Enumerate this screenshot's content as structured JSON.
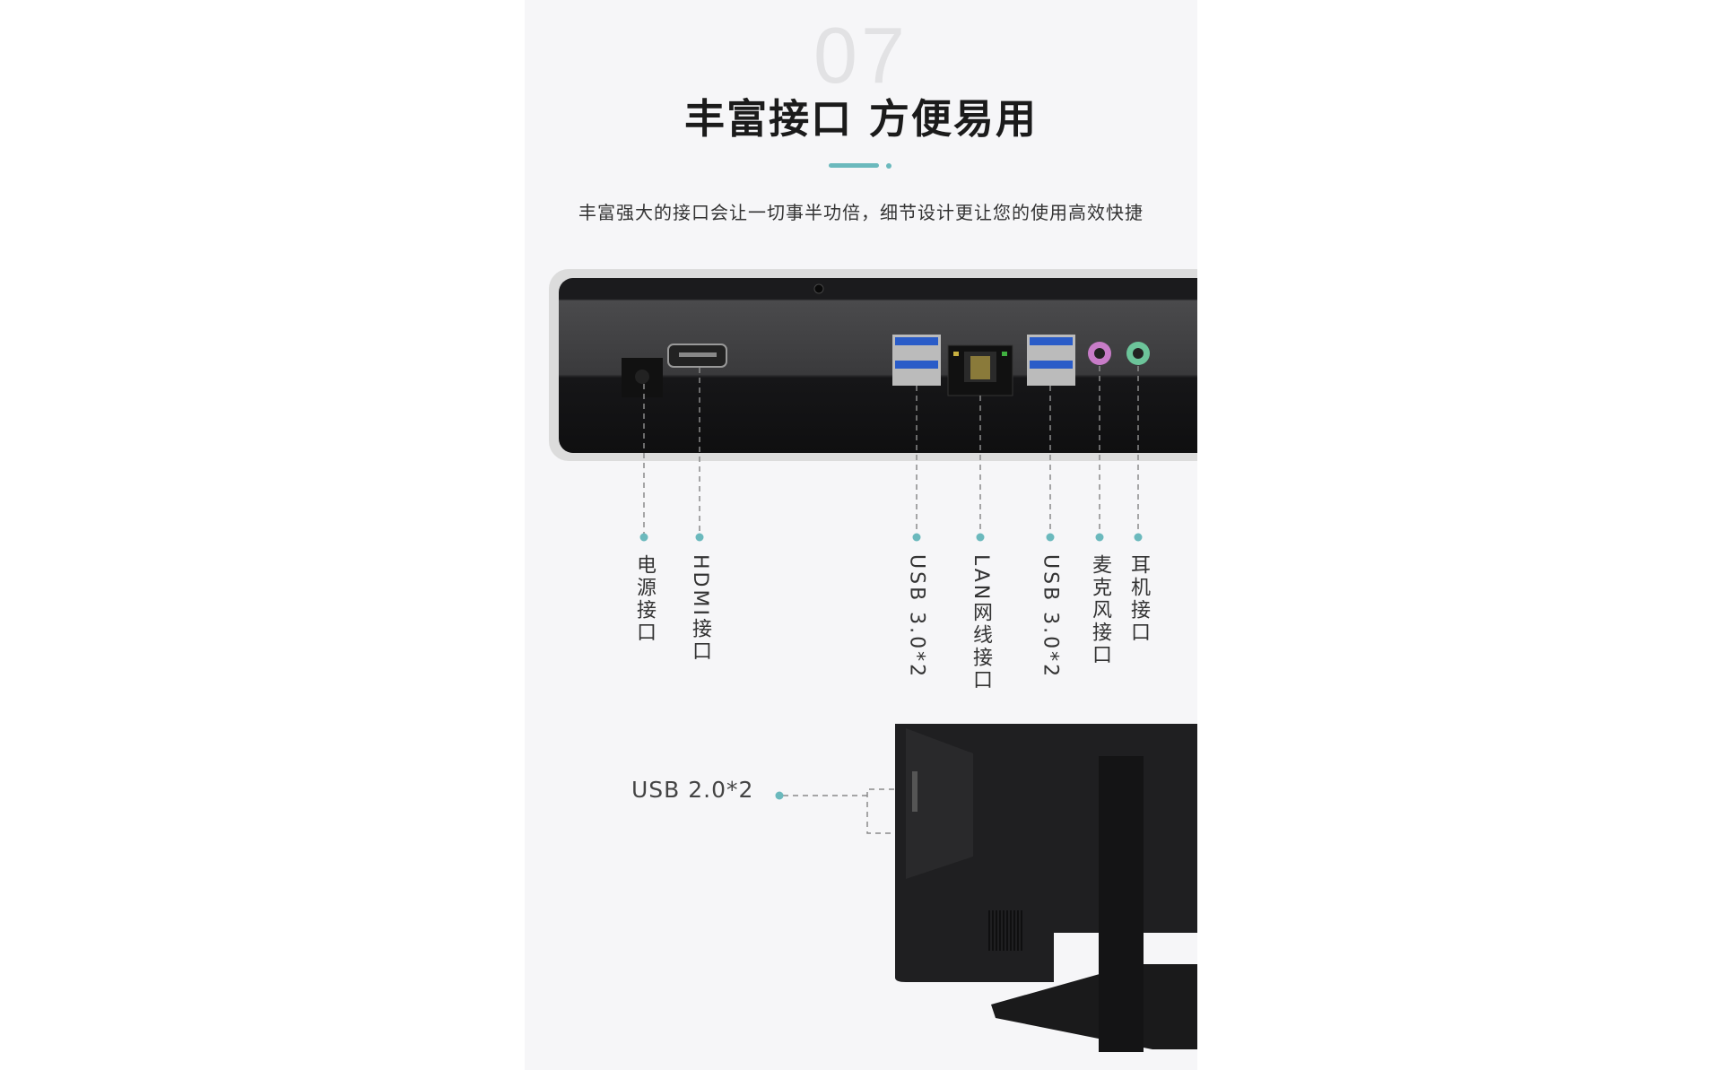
{
  "section_number": "07",
  "title": "丰富接口 方便易用",
  "subtitle": "丰富强大的接口会让一切事半功倍，细节设计更让您的使用高效快捷",
  "accent_color": "#6bb9bd",
  "ports": [
    {
      "label": "电源接口"
    },
    {
      "label": "HDMI接口"
    },
    {
      "label": "USB 3.0*2"
    },
    {
      "label": "LAN网线接口"
    },
    {
      "label": "USB 3.0*2"
    },
    {
      "label": "麦克风接口"
    },
    {
      "label": "耳机接口"
    }
  ],
  "side_port": {
    "label": "USB 2.0*2"
  }
}
